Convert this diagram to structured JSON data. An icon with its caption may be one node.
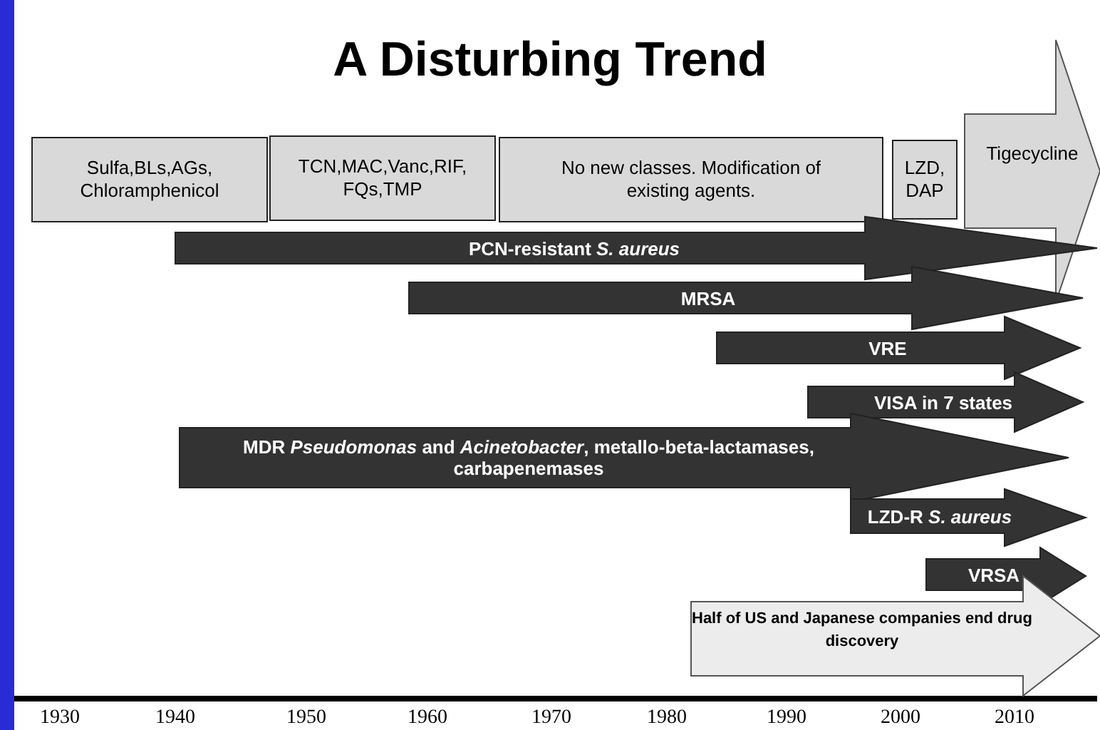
{
  "diagram": {
    "title": "A Disturbing Trend",
    "nodes": [
      {
        "text": [
          "Sulfa,BLs,AGs, Chloramphenicol"
        ]
      },
      {
        "text": [
          "TCN,MAC,Vanc,RIF, FQs,TMP"
        ]
      },
      {
        "text": [
          "No new classes. Modification of existing agents."
        ]
      },
      {
        "text": [
          "LZD, DAP"
        ]
      },
      {
        "text": [
          "Tigecycline"
        ]
      },
      {
        "text": [
          "PCN-resistant *S. aureus*"
        ]
      },
      {
        "text": [
          "MRSA"
        ]
      },
      {
        "text": [
          "VRE"
        ]
      },
      {
        "text": [
          "VISA in 7 states"
        ]
      },
      {
        "text": [
          "MDR *Pseudomonas* and *Acinetobacter*, metallo-beta-lactamases, carbapenemases"
        ]
      },
      {
        "text": [
          "LZD-R *S. aureus*"
        ]
      },
      {
        "text": [
          "VRSA"
        ]
      },
      {
        "text": [
          "Half of US and Japanese companies end drug discovery"
        ]
      }
    ],
    "labels": [
      "1930",
      "1940",
      "1950",
      "1960",
      "1970",
      "1980",
      "1990",
      "2000",
      "2010"
    ]
  }
}
